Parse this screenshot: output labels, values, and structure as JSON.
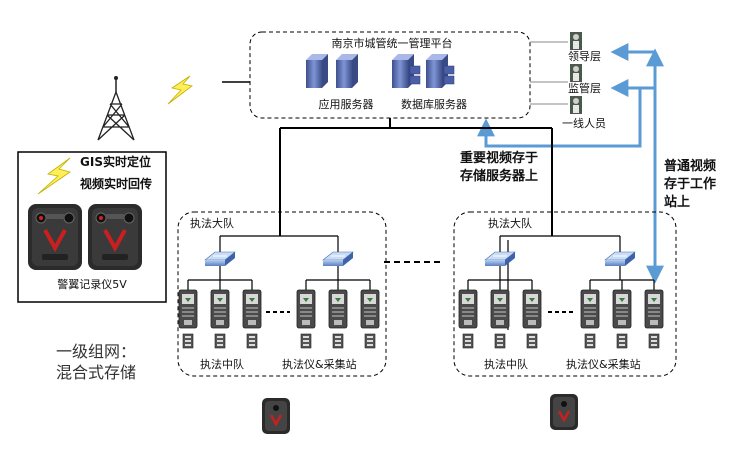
{
  "platform": {
    "title": "南京市城管统一管理平台",
    "app_servers_label": "应用服务器",
    "db_servers_label": "数据库服务器"
  },
  "user_tiers": {
    "leader": "领导层",
    "supervisor": "监管层",
    "frontline": "一线人员"
  },
  "device_panel": {
    "gis_label": "GIS实时定位",
    "video_label": "视频实时回传",
    "device_name": "警翼记录仪5V"
  },
  "annotations": {
    "important_video": "重要视频存于\n存储服务器上",
    "normal_video": "普通视频\n存于工作\n站上"
  },
  "clusters": [
    {
      "name": "执法大队",
      "squad_label": "执法中队",
      "station_label": "执法仪&采集站"
    },
    {
      "name": "执法大队",
      "squad_label": "执法中队",
      "station_label": "执法仪&采集站"
    }
  ],
  "network_note": {
    "line1": "一级组网：",
    "line2": "混合式存储"
  },
  "colors": {
    "arrow_blue": "#5b9bd5",
    "server_blue": "#5a72b4",
    "line_black": "#000000"
  }
}
